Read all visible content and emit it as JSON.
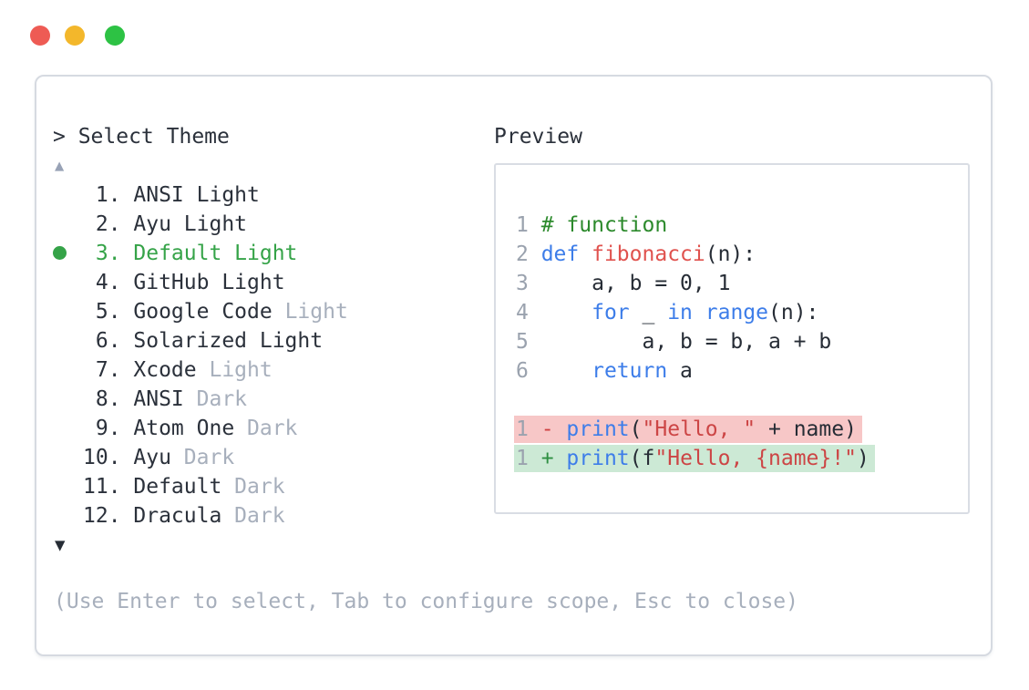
{
  "window": {
    "traffic_lights": [
      {
        "name": "close",
        "color": "#ee5b54"
      },
      {
        "name": "minimize",
        "color": "#f3b72b"
      },
      {
        "name": "zoom",
        "color": "#2dc244"
      }
    ]
  },
  "theme_picker": {
    "prompt": "> Select Theme",
    "scroll_up_indicator": "▲",
    "scroll_down_indicator": "▼",
    "items": [
      {
        "number": "1",
        "name": "ANSI Light",
        "muted": "",
        "selected": false
      },
      {
        "number": "2",
        "name": "Ayu Light",
        "muted": "",
        "selected": false
      },
      {
        "number": "3",
        "name": "Default Light",
        "muted": "",
        "selected": true
      },
      {
        "number": "4",
        "name": "GitHub Light",
        "muted": "",
        "selected": false
      },
      {
        "number": "5",
        "name": "Google Code",
        "muted": "Light",
        "selected": false
      },
      {
        "number": "6",
        "name": "Solarized Light",
        "muted": "",
        "selected": false
      },
      {
        "number": "7",
        "name": "Xcode",
        "muted": "Light",
        "selected": false
      },
      {
        "number": "8",
        "name": "ANSI",
        "muted": "Dark",
        "selected": false
      },
      {
        "number": "9",
        "name": "Atom One",
        "muted": "Dark",
        "selected": false
      },
      {
        "number": "10",
        "name": "Ayu",
        "muted": "Dark",
        "selected": false
      },
      {
        "number": "11",
        "name": "Default",
        "muted": "Dark",
        "selected": false
      },
      {
        "number": "12",
        "name": "Dracula",
        "muted": "Dark",
        "selected": false
      }
    ],
    "hint": "(Use Enter to select, Tab to configure scope, Esc to close)"
  },
  "preview": {
    "label": "Preview",
    "code_lines": [
      {
        "num": "1",
        "diff": "",
        "tokens": [
          {
            "t": "cm",
            "v": "# function"
          }
        ]
      },
      {
        "num": "2",
        "diff": "",
        "tokens": [
          {
            "t": "kw",
            "v": "def"
          },
          {
            "t": "pl",
            "v": " "
          },
          {
            "t": "fn",
            "v": "fibonacci"
          },
          {
            "t": "pl",
            "v": "(n):"
          }
        ]
      },
      {
        "num": "3",
        "diff": "",
        "tokens": [
          {
            "t": "pl",
            "v": "    a, b = 0, 1"
          }
        ]
      },
      {
        "num": "4",
        "diff": "",
        "tokens": [
          {
            "t": "pl",
            "v": "    "
          },
          {
            "t": "kw",
            "v": "for"
          },
          {
            "t": "pl",
            "v": " _ "
          },
          {
            "t": "kw",
            "v": "in"
          },
          {
            "t": "pl",
            "v": " "
          },
          {
            "t": "kw",
            "v": "range"
          },
          {
            "t": "pl",
            "v": "(n):"
          }
        ]
      },
      {
        "num": "5",
        "diff": "",
        "tokens": [
          {
            "t": "pl",
            "v": "        a, b = b, a + b"
          }
        ]
      },
      {
        "num": "6",
        "diff": "",
        "tokens": [
          {
            "t": "pl",
            "v": "    "
          },
          {
            "t": "kw",
            "v": "return"
          },
          {
            "t": "pl",
            "v": " a"
          }
        ]
      },
      {
        "num": "",
        "diff": "",
        "tokens": []
      },
      {
        "num": "1",
        "diff": "removed",
        "tokens": [
          {
            "t": "minus",
            "v": "-"
          },
          {
            "t": "pl",
            "v": " "
          },
          {
            "t": "kw",
            "v": "print"
          },
          {
            "t": "pl",
            "v": "("
          },
          {
            "t": "str",
            "v": "\"Hello, \""
          },
          {
            "t": "pl",
            "v": " + name)"
          }
        ]
      },
      {
        "num": "1",
        "diff": "added",
        "tokens": [
          {
            "t": "plus",
            "v": "+"
          },
          {
            "t": "pl",
            "v": " "
          },
          {
            "t": "kw",
            "v": "print"
          },
          {
            "t": "pl",
            "v": "(f"
          },
          {
            "t": "str",
            "v": "\"Hello, {name}!\""
          },
          {
            "t": "pl",
            "v": ")"
          }
        ]
      }
    ]
  },
  "colors": {
    "dot_red": "#ee5b54",
    "dot_yellow": "#f3b72b",
    "dot_green": "#2dc244",
    "border": "#d6dae1",
    "border2": "#d9dde4",
    "ink": "#2b313b",
    "ink_dark": "#262c35",
    "muted_text": "#a7afbc",
    "muted_arrow": "#98a2b6",
    "line_number": "#9aa2ae",
    "select_green": "#35a348",
    "comment_green": "#2c8a2c",
    "kw_blue": "#3d7de9",
    "fn_red": "#e0524e",
    "str_red": "#cc4545",
    "diff_minus": "#cf4040",
    "diff_plus": "#2e8f42",
    "diff_removed_bg": "#f7c7c7",
    "diff_added_bg": "#cce9d5"
  }
}
